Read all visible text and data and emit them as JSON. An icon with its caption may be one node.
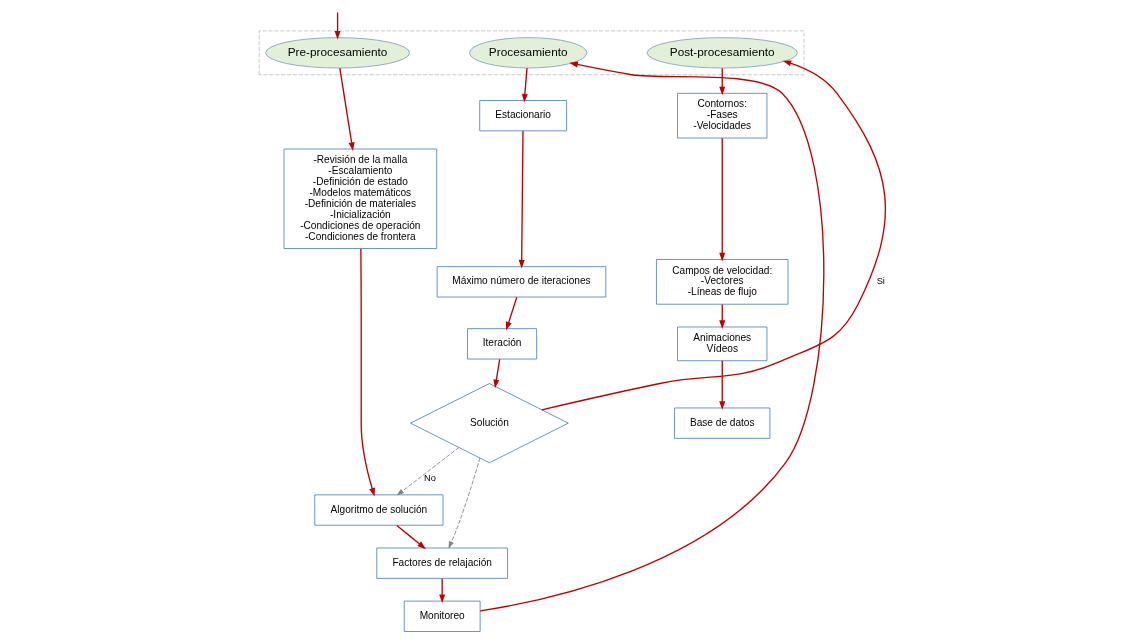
{
  "diagram": {
    "nodes": [
      {
        "text": [],
        "shape": "box"
      },
      {
        "text": [
          "Pre-procesamiento"
        ],
        "in": 0
      },
      {
        "text": [
          "-Revisión de la malla",
          "-Escalamiento",
          "-Definición de estado",
          "-Modelos matemáticos",
          "-Definición de materiales",
          "-Inicialización",
          "-Condiciones de operación",
          "-Condiciones de frontera"
        ]
      },
      {
        "text": [
          "Algoritmo de solución"
        ]
      },
      {
        "text": [
          "Factores de relajación"
        ]
      },
      {
        "text": [
          "Monitoreo"
        ]
      },
      {
        "text": [
          "Procesamiento"
        ],
        "in": 0
      },
      {
        "text": [
          "Estacionario"
        ]
      },
      {
        "text": [
          "Máximo número de iteraciones"
        ]
      },
      {
        "text": [
          "Iteración"
        ]
      },
      {
        "text": [
          "Solución"
        ]
      },
      {
        "text": [
          "Post-procesamiento"
        ],
        "in": 0
      },
      {
        "text": [
          "Contornos:",
          "-Fases",
          "-Velocidades"
        ]
      },
      {
        "text": [
          "Campos de velocidad:",
          "-Vectores",
          "-Líneas de flujo"
        ]
      },
      {
        "text": [
          "Animaciones",
          "Vídeos"
        ]
      },
      {
        "text": [
          "Base de datos"
        ]
      }
    ],
    "edges": [
      {
        "from": null,
        "to": 1,
        "arrow": "to"
      },
      {
        "from": 1,
        "to": 2,
        "arrow": "to"
      },
      {
        "from": 2,
        "to": 3,
        "arrow": "to"
      },
      {
        "from": 3,
        "to": 4,
        "arrow": "to"
      },
      {
        "from": 4,
        "to": 5,
        "arrow": "to"
      },
      {
        "from": 5,
        "to": 6,
        "arrow": "to"
      },
      {
        "from": 6,
        "to": 7,
        "arrow": "to"
      },
      {
        "from": 7,
        "to": 8,
        "arrow": "to"
      },
      {
        "from": 8,
        "to": 9,
        "arrow": "to"
      },
      {
        "from": 9,
        "to": 10,
        "arrow": "to"
      },
      {
        "from": 10,
        "to": 11,
        "arrow": "to",
        "label": "Si"
      },
      {
        "from": 10,
        "to": 3,
        "arrow": "to",
        "label": "No",
        "style": "dashed",
        "color": "#808080"
      },
      {
        "from": 10,
        "to": 4,
        "arrow": "to",
        "style": "dashed",
        "color": "#808080"
      },
      {
        "from": 11,
        "to": 12,
        "arrow": "to"
      },
      {
        "from": 12,
        "to": 13,
        "arrow": "to"
      },
      {
        "from": 13,
        "to": 14,
        "arrow": "to"
      },
      {
        "from": 14,
        "to": 15,
        "arrow": "to"
      }
    ]
  }
}
